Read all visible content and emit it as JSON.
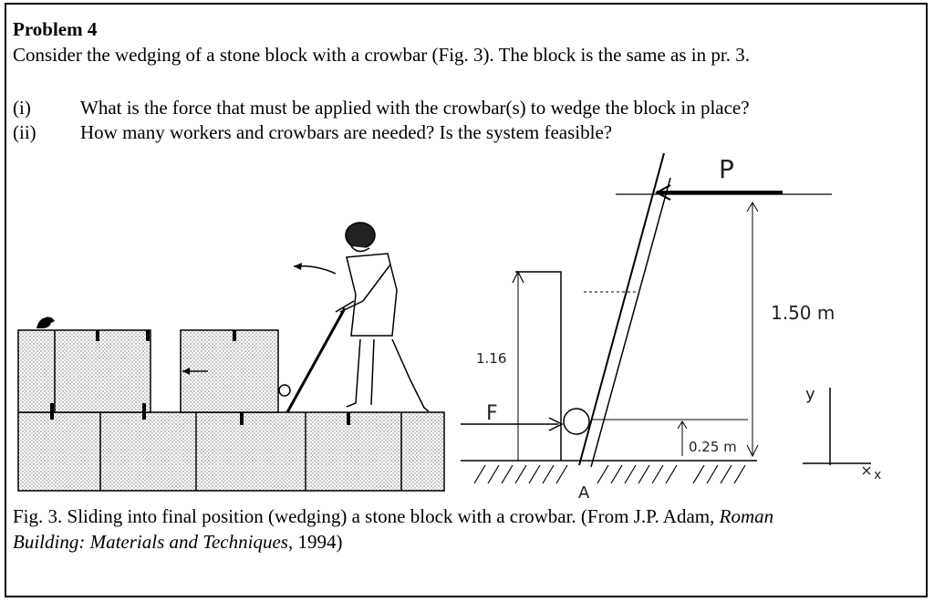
{
  "problem": {
    "title": "Problem 4",
    "intro": "Consider the wedging of a stone block with a crowbar (Fig. 3). The block is the same as in pr. 3.",
    "questions": [
      {
        "num": "(i)",
        "text": "What is the force that must be applied with the crowbar(s) to wedge the block in place?"
      },
      {
        "num": "(ii)",
        "text": "How many workers and crowbars are needed? Is the system feasible?"
      }
    ]
  },
  "figure": {
    "labels": {
      "P": "P",
      "F": "F",
      "A": "A",
      "h1": "1.50 m",
      "h2": "0.25 m",
      "h3": "1.16",
      "y": "y",
      "x": "x"
    }
  },
  "caption": {
    "line1_prefix": "Fig. 3. Sliding into final position (wedging) a stone block with a crowbar. (From J.P. Adam, ",
    "line1_italic": "Roman",
    "line2_italic": "Building: Materials and Techniques",
    "line2_suffix": ", 1994)"
  }
}
